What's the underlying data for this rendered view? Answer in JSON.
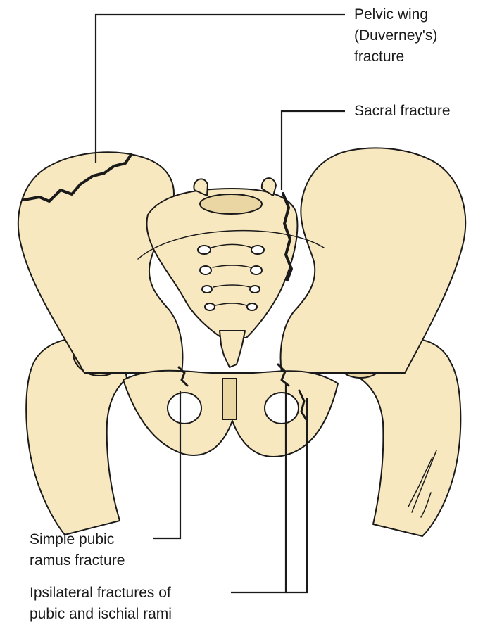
{
  "colors": {
    "bone": "#f7e8c0",
    "bone_shade": "#e9d6a3",
    "outline": "#1a1a1a",
    "text": "#1a1a1a",
    "background": "#ffffff"
  },
  "labels": {
    "pelvic_wing": [
      "Pelvic wing",
      "(Duverney's)",
      "fracture"
    ],
    "sacral": [
      "Sacral fracture"
    ],
    "simple_pubic": [
      "Simple pubic",
      "ramus fracture"
    ],
    "ipsilateral": [
      "Ipsilateral fractures of",
      "pubic and ischial rami"
    ]
  }
}
